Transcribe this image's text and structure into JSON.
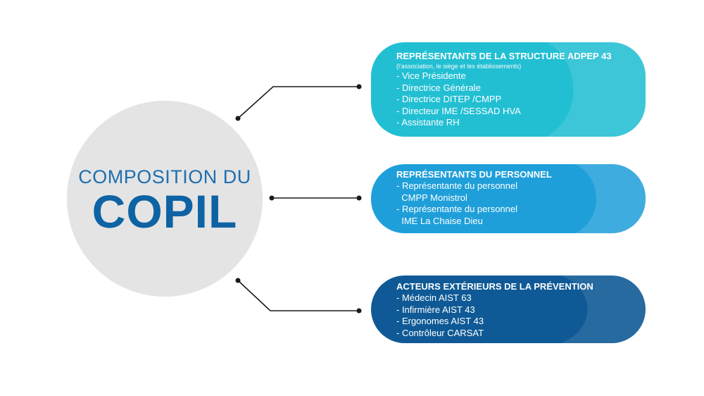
{
  "center": {
    "subtitle": "COMPOSITION DU",
    "title": "COPIL"
  },
  "colors": {
    "circle": "#e4e4e4",
    "title_blue": "#0d63a3",
    "structure": "#22bfd3",
    "personnel": "#1f9fd9",
    "prevention": "#0f5a96",
    "connector": "#1a1a1a"
  },
  "groups": [
    {
      "title": "REPRÉSENTANTS DE LA STRUCTURE ADPEP 43",
      "subtitle": "(l'association, le siège et les établissements)",
      "items": [
        "- Vice Présidente",
        "- Directrice Générale",
        "- Directrice DITEP /CMPP",
        "- Directeur IME /SESSAD HVA",
        "- Assistante RH"
      ]
    },
    {
      "title": "REPRÉSENTANTS DU PERSONNEL",
      "subtitle": "",
      "items": [
        "- Représentante du personnel",
        "  CMPP Monistrol",
        "- Représentante du personnel",
        "  IME La Chaise Dieu"
      ]
    },
    {
      "title": "ACTEURS EXTÉRIEURS DE LA PRÉVENTION",
      "subtitle": "",
      "items": [
        "- Médecin AIST 63",
        "- Infirmière AIST 43",
        "- Ergonomes AIST 43",
        "- Contrôleur CARSAT"
      ]
    }
  ]
}
